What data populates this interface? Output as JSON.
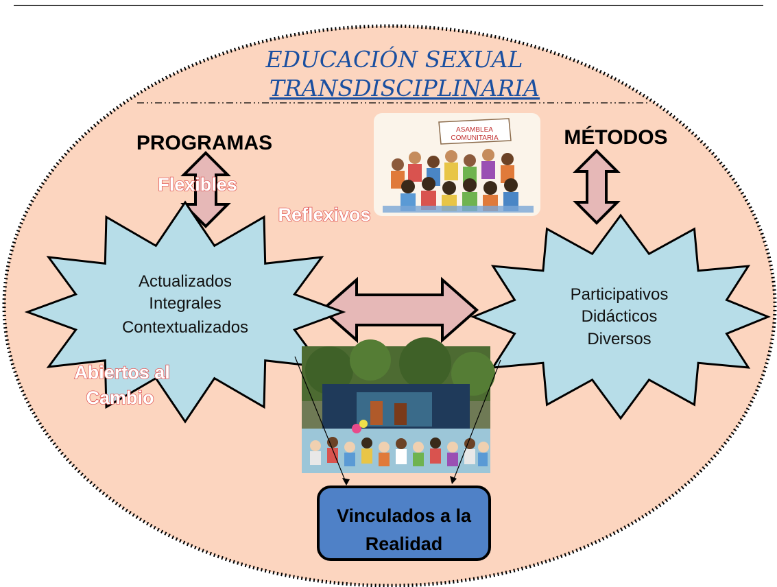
{
  "title": {
    "line1": "EDUCACIÓN SEXUAL",
    "line2": "TRANSDISCIPLINARIA"
  },
  "left_heading": "PROGRAMAS",
  "right_heading": "MÉTODOS",
  "floating_labels": {
    "flexibles": "Flexibles",
    "reflexivos": "Reflexivos",
    "abiertos_line1": "Abiertos al",
    "abiertos_line2": "Cambio"
  },
  "left_star": {
    "lines": [
      "Actualizados",
      "Integrales",
      "Contextualizados"
    ]
  },
  "right_star": {
    "lines": [
      "Participativos",
      "Didácticos",
      "Diversos"
    ]
  },
  "bottom_box": {
    "line1": "Vinculados a la",
    "line2": "Realidad"
  },
  "images": {
    "top_banner_line1": "ASAMBLEA",
    "top_banner_line2": "COMUNITARIA"
  },
  "colors": {
    "ellipse_fill": "#fcd5bf",
    "star_fill": "#b7dde8",
    "arrow_fill": "#e6b8b7",
    "box_fill": "#4f81c7",
    "title_color": "#1a4fa0"
  }
}
